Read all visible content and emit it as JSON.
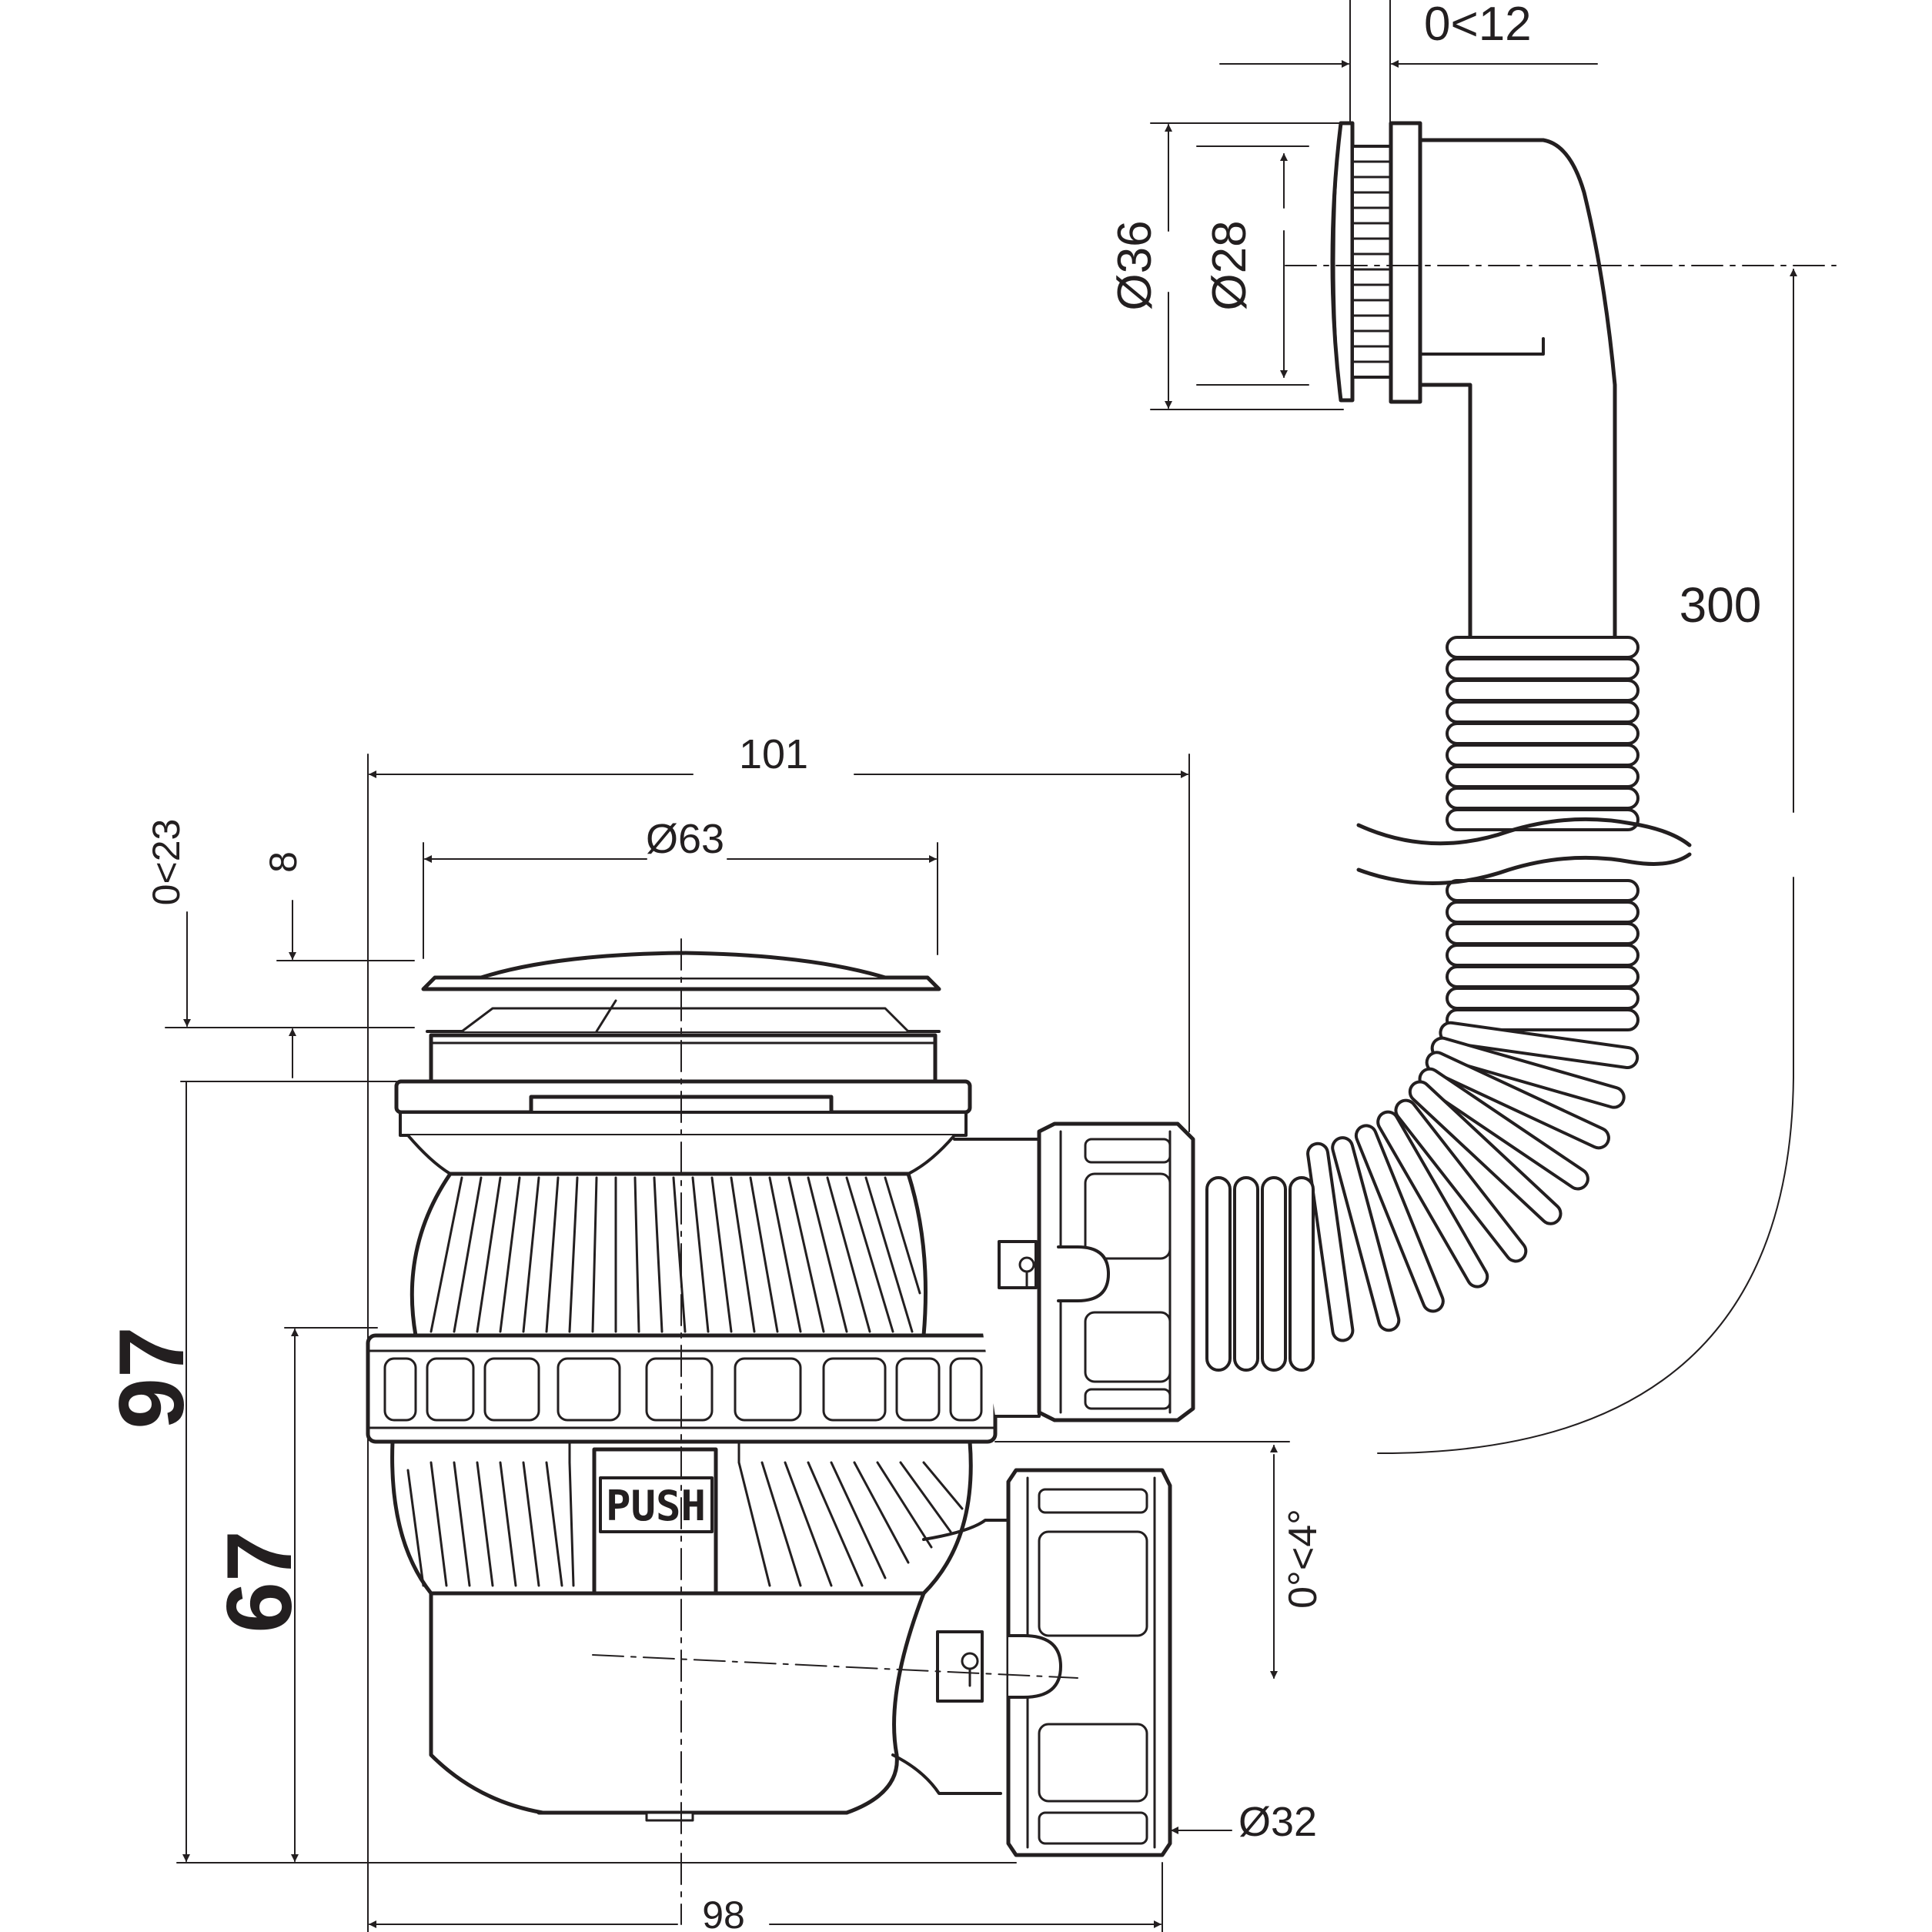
{
  "dimensions": {
    "wall_gap": "0<12",
    "diameter_outer": "Ø36",
    "diameter_inner": "Ø28",
    "hose_length": "300",
    "width_top": "101",
    "diameter_63": "Ø63",
    "adjust_range": "0<23",
    "plug_lift": "8",
    "height_total": "97",
    "height_body": "67",
    "angle": "0°<4°",
    "diameter_32": "Ø32",
    "width_bottom": "98"
  },
  "labels": {
    "push": "PUSH"
  },
  "colors": {
    "line": "#231f20",
    "background": "#ffffff"
  }
}
